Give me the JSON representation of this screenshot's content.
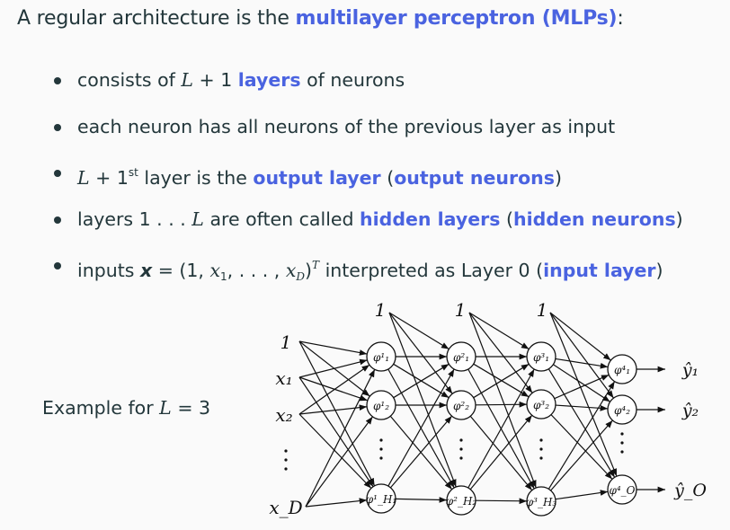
{
  "title": {
    "prefix": "A regular architecture is the ",
    "highlight": "multilayer perceptron (MLPs)",
    "suffix": ":"
  },
  "bullets": [
    {
      "parts": [
        {
          "t": "consists of "
        },
        {
          "t": "L",
          "m": true
        },
        {
          "t": " + 1 "
        },
        {
          "t": "layers",
          "h": true
        },
        {
          "t": " of neurons"
        }
      ]
    },
    {
      "parts": [
        {
          "t": "each neuron has all neurons of the previous layer as input"
        }
      ]
    },
    {
      "parts": [
        {
          "t": "L",
          "m": true
        },
        {
          "t": " + 1"
        },
        {
          "t": "st",
          "sup": true
        },
        {
          "t": " layer is the "
        },
        {
          "t": "output layer",
          "h": true
        },
        {
          "t": " ("
        },
        {
          "t": "output neurons",
          "h": true
        },
        {
          "t": ")"
        }
      ]
    },
    {
      "parts": [
        {
          "t": "layers 1 . . . "
        },
        {
          "t": "L",
          "m": true
        },
        {
          "t": " are often called "
        },
        {
          "t": "hidden layers",
          "h": true
        },
        {
          "t": " ("
        },
        {
          "t": "hidden neurons",
          "h": true
        },
        {
          "t": ")"
        }
      ]
    },
    {
      "parts": [
        {
          "t": "inputs "
        },
        {
          "t": "x",
          "b": true
        },
        {
          "t": " = (1, "
        },
        {
          "t": "x",
          "m": true
        },
        {
          "t": "1",
          "sub": true
        },
        {
          "t": ", . . . , "
        },
        {
          "t": "x",
          "m": true
        },
        {
          "t": "D",
          "sub": true,
          "m": true
        },
        {
          "t": ")"
        },
        {
          "t": "T",
          "sup": true,
          "m": true
        },
        {
          "t": " interpreted as Layer 0 ("
        },
        {
          "t": "input layer",
          "h": true
        },
        {
          "t": ")"
        }
      ]
    }
  ],
  "example": {
    "text": "Example for ",
    "var": "L",
    "eq": " = 3"
  },
  "colors": {
    "highlight": "#4a63e0",
    "text": "#23373b",
    "background": "#fafafa"
  },
  "diagram": {
    "inputs": [
      "1",
      "x₁",
      "x₂",
      "⋮",
      "x_D"
    ],
    "bias_labels": [
      "1",
      "1",
      "1"
    ],
    "layers": [
      {
        "index": 1,
        "nodes": [
          "φ¹₁",
          "φ¹₂",
          "⋮",
          "φ¹_H₁"
        ]
      },
      {
        "index": 2,
        "nodes": [
          "φ²₁",
          "φ²₂",
          "⋮",
          "φ²_H₂"
        ]
      },
      {
        "index": 3,
        "nodes": [
          "φ³₁",
          "φ³₂",
          "⋮",
          "φ³_H₃"
        ]
      },
      {
        "index": 4,
        "nodes": [
          "φ⁴₁",
          "φ⁴₂",
          "⋮",
          "φ⁴_O"
        ]
      }
    ],
    "outputs": [
      "ŷ₁",
      "ŷ₂",
      "ŷ_O"
    ]
  }
}
